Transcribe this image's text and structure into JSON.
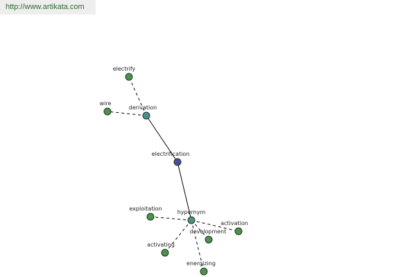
{
  "banner": {
    "url": "http://www.artikata.com"
  },
  "colors": {
    "leaf": "#4f8f4f",
    "relation": "#4f8f8a",
    "center": "#4a4a9a"
  },
  "graph": {
    "nodes": [
      {
        "id": "electrify",
        "label": "electrify",
        "kind": "leaf"
      },
      {
        "id": "wire",
        "label": "wire",
        "kind": "leaf"
      },
      {
        "id": "derivation",
        "label": "derivation",
        "kind": "relation"
      },
      {
        "id": "electrification",
        "label": "electrification",
        "kind": "center"
      },
      {
        "id": "hypernym",
        "label": "hypernym",
        "kind": "relation"
      },
      {
        "id": "exploitation",
        "label": "exploitation",
        "kind": "leaf"
      },
      {
        "id": "activation",
        "label": "activation",
        "kind": "leaf"
      },
      {
        "id": "development",
        "label": "development",
        "kind": "leaf"
      },
      {
        "id": "activating",
        "label": "activating",
        "kind": "leaf"
      },
      {
        "id": "energizing",
        "label": "energizing",
        "kind": "leaf"
      }
    ],
    "edges": [
      {
        "from": "electrification",
        "to": "derivation",
        "style": "solid"
      },
      {
        "from": "electrification",
        "to": "hypernym",
        "style": "solid"
      },
      {
        "from": "derivation",
        "to": "electrify",
        "style": "dashed"
      },
      {
        "from": "derivation",
        "to": "wire",
        "style": "dashed"
      },
      {
        "from": "hypernym",
        "to": "exploitation",
        "style": "dashed"
      },
      {
        "from": "hypernym",
        "to": "activation",
        "style": "dashed"
      },
      {
        "from": "hypernym",
        "to": "development",
        "style": "dashed"
      },
      {
        "from": "hypernym",
        "to": "activating",
        "style": "dashed"
      },
      {
        "from": "hypernym",
        "to": "energizing",
        "style": "dashed"
      }
    ]
  }
}
